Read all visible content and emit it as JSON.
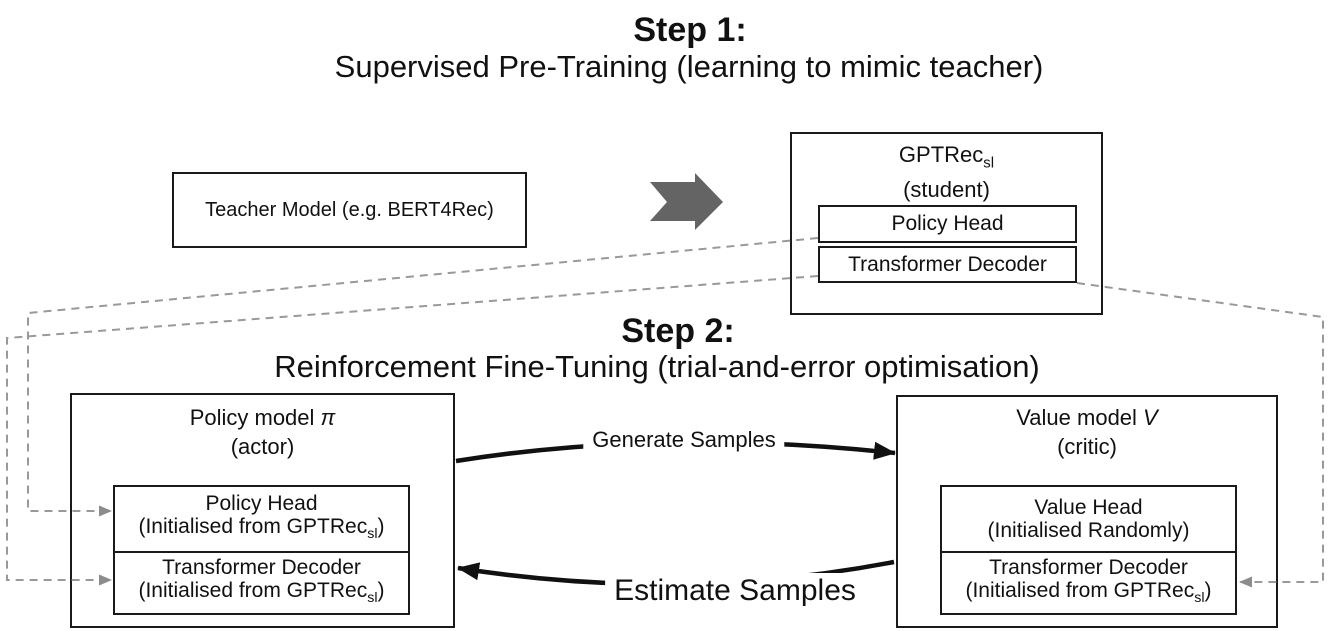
{
  "diagram": {
    "step1": {
      "heading": "Step 1:",
      "subtitle": "Supervised Pre-Training (learning to mimic teacher)",
      "teacher_box": {
        "label": "Teacher Model (e.g. BERT4Rec)"
      },
      "arrow_icon": "right-chevron-arrow",
      "student_box": {
        "title_pre": "GPTRec",
        "title_sub": "sl",
        "role": "(student)",
        "layers": [
          "Policy Head",
          "Transformer Decoder"
        ]
      }
    },
    "step2": {
      "heading": "Step 2:",
      "subtitle": "Reinforcement Fine-Tuning (trial-and-error optimisation)",
      "policy_box": {
        "title_pre": "Policy model ",
        "title_math": "π",
        "role": "(actor)",
        "policy_head": {
          "name": "Policy Head",
          "init_pre": "(Initialised from GPTRec",
          "init_sub": "sl",
          "init_post": ")"
        },
        "transformer": {
          "name": "Transformer Decoder",
          "init_pre": "(Initialised from GPTRec",
          "init_sub": "sl",
          "init_post": ")"
        }
      },
      "value_box": {
        "title_pre": "Value model ",
        "title_math": "V",
        "role": "(critic)",
        "value_head": {
          "name": "Value Head",
          "init": "(Initialised Randomly)"
        },
        "transformer": {
          "name": "Transformer Decoder",
          "init_pre": "(Initialised from GPTRec",
          "init_sub": "sl",
          "init_post": ")"
        }
      },
      "generate_arrow_label": "Generate Samples",
      "estimate_arrow_label": "Estimate Samples"
    },
    "colors": {
      "box_border": "#1a1a1a",
      "text": "#111111",
      "chevron_gray": "#646464",
      "dashed_gray": "#999999",
      "arrow_black": "#111111"
    }
  }
}
